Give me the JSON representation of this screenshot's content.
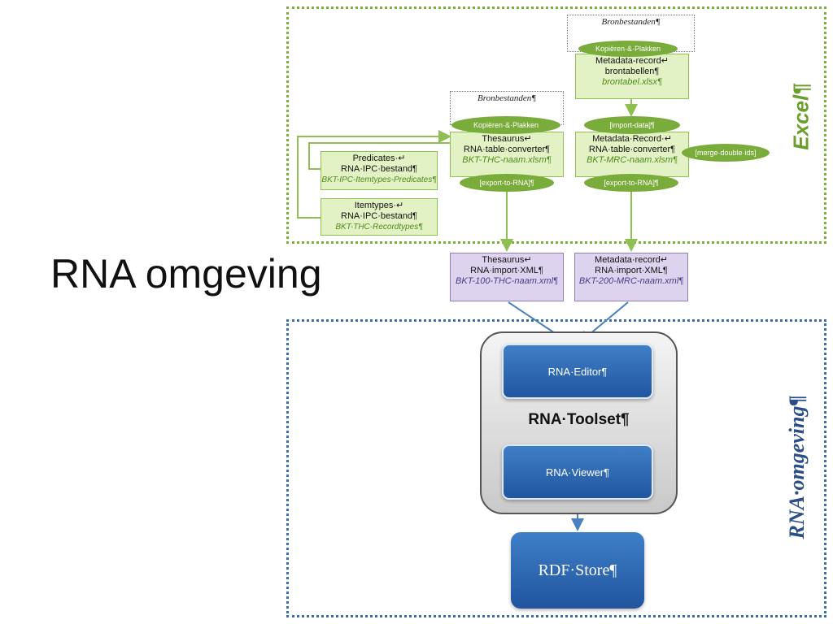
{
  "slide": {
    "title": "RNA omgeving"
  },
  "regions": {
    "excel_label": "Excel¶",
    "rna_label": "RNA·omgeving¶"
  },
  "source_boxes": {
    "top": "Bronbestanden¶",
    "left": "Bronbestanden¶"
  },
  "pills": {
    "copy_top": "Kopiëren·&·Plakken",
    "copy_left": "Kopiëren·&·Plakken",
    "import_data": "[import-data]¶",
    "merge": "[merge·double·ids]",
    "export_thc": "[export-to-RNA]¶",
    "export_mrc": "[export-to-RNA]¶"
  },
  "docs": {
    "metadata_brontabellen": {
      "line1": "Metadata-record↵",
      "line2": "brontabellen¶",
      "file": "brontabel.xlsx¶"
    },
    "thesaurus": {
      "line1": "Thesaurus↵",
      "line2": "RNA·table·converter¶",
      "file": "BKT-THC-naam.xlsm¶"
    },
    "metadata_record": {
      "line1": "Metadata·Record·↵",
      "line2": "RNA·table·converter¶",
      "file": "BKT-MRC-naam.xlsm¶"
    },
    "predicates": {
      "line1": "Predicates·↵",
      "line2": "RNA·IPC·bestand¶",
      "file": "BKT-IPC-Itemtypes-Predicates¶"
    },
    "itemtypes": {
      "line1": "Itemtypes·↵",
      "line2": "RNA·IPC·bestand¶",
      "file": "BKT-THC-Recordtypes¶"
    },
    "thesaurus_xml": {
      "line1": "Thesaurus↵",
      "line2": "RNA·import·XML¶",
      "file": "BKT-100-THC-naam.xml¶"
    },
    "metadata_xml": {
      "line1": "Metadata·record↵",
      "line2": "RNA·import·XML¶",
      "file": "BKT-200-MRC-naam.xml¶"
    }
  },
  "toolset": {
    "editor": "RNA·Editor¶",
    "label": "RNA·Toolset¶",
    "viewer": "RNA·Viewer¶"
  },
  "rdf_store": "RDF·Store¶"
}
